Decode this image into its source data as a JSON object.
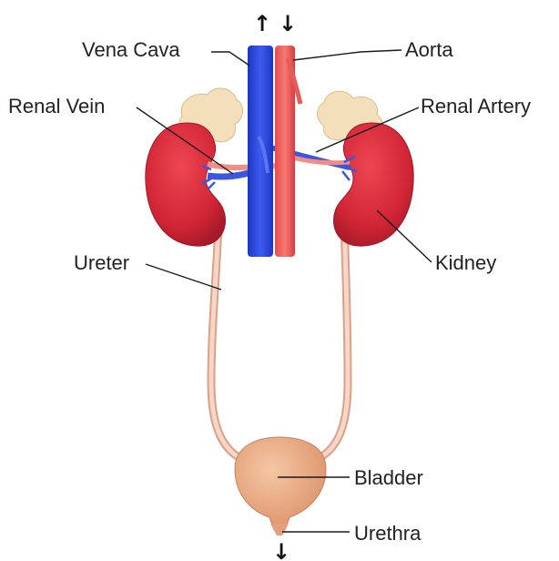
{
  "labels": {
    "vena_cava": "Vena Cava",
    "aorta": "Aorta",
    "renal_vein": "Renal Vein",
    "renal_artery": "Renal Artery",
    "ureter": "Ureter",
    "kidney": "Kidney",
    "bladder": "Bladder",
    "urethra": "Urethra"
  },
  "arrows": {
    "up": "↑",
    "down": "↓",
    "urethra_flow": "↓"
  },
  "colors": {
    "kidney": "#d4293a",
    "kidney_dark": "#a91b2b",
    "adrenal": "#f1dcb6",
    "vena_cava": "#2a47d6",
    "aorta": "#ee5252",
    "ureter": "#efc7b2",
    "bladder": "#e8a57e"
  }
}
